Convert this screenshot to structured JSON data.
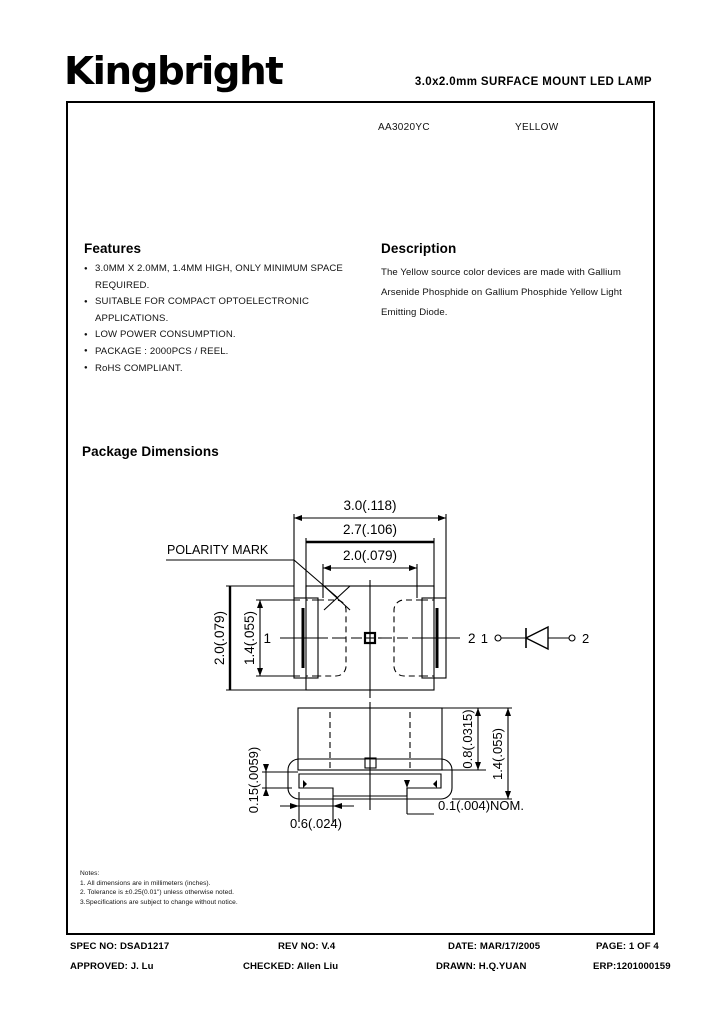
{
  "header": {
    "logo": "Kingbright",
    "title": "3.0x2.0mm  SURFACE  MOUNT  LED  LAMP"
  },
  "part": {
    "number": "AA3020YC",
    "color": "YELLOW"
  },
  "features": {
    "title": "Features",
    "items": [
      "3.0MM X 2.0MM, 1.4MM HIGH, ONLY MINIMUM SPACE REQUIRED.",
      "SUITABLE FOR COMPACT OPTOELECTRONIC APPLICATIONS.",
      "LOW POWER CONSUMPTION.",
      "PACKAGE : 2000PCS / REEL.",
      "RoHS COMPLIANT."
    ]
  },
  "description": {
    "title": "Description",
    "text": "The Yellow source color devices are made with Gallium Arsenide Phosphide on Gallium Phosphide Yellow Light Emitting Diode."
  },
  "package_dimensions": {
    "title": "Package Dimensions",
    "polarity_label": "POLARITY  MARK",
    "top_view": {
      "width_overall": "3.0(.118)",
      "width_body": "2.7(.106)",
      "width_inner": "2.0(.079)",
      "height_overall": "2.0(.079)",
      "height_inner": "1.4(.055)",
      "terminal_1": "1",
      "terminal_2": "2"
    },
    "side_view": {
      "lead_thickness": "0.15(.0059)",
      "lead_width": "0.6(.024)",
      "gap_nom": "0.1(.004)NOM.",
      "body_height": "0.8(.0315)",
      "total_height": "1.4(.055)"
    },
    "schematic": {
      "anode": "1",
      "cathode": "2"
    }
  },
  "notes": {
    "title": "Notes:",
    "items": [
      "1. All dimensions are in millimeters (inches).",
      "2. Tolerance is ±0.25(0.01\") unless otherwise noted.",
      "3.Specifications are subject to change without notice."
    ]
  },
  "footer": {
    "spec_no": "SPEC NO: DSAD1217",
    "rev_no": "REV NO: V.4",
    "date": "DATE: MAR/17/2005",
    "page": "PAGE: 1 OF 4",
    "approved": "APPROVED: J. Lu",
    "checked": "CHECKED: Allen Liu",
    "drawn": "DRAWN: H.Q.YUAN",
    "erp": "ERP:1201000159"
  }
}
